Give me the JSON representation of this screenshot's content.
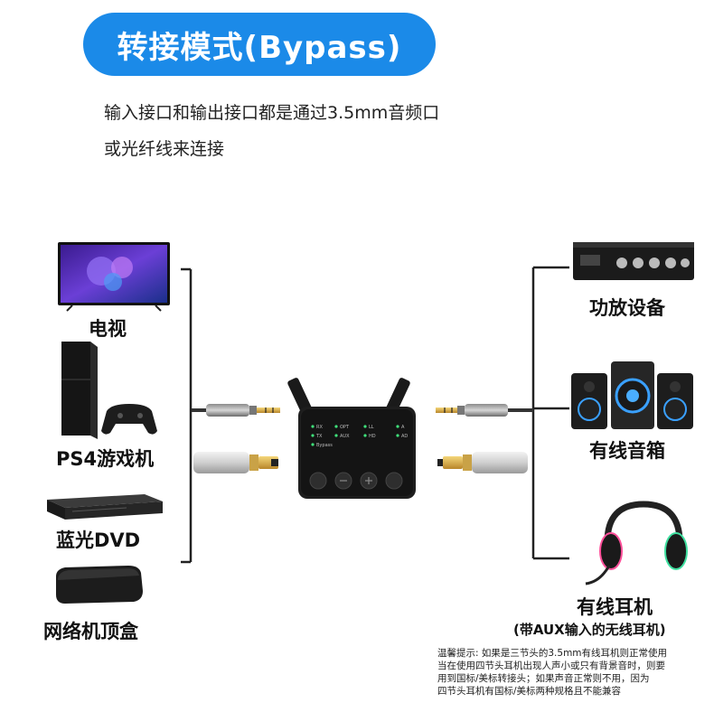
{
  "title": "转接模式(Bypass)",
  "description": [
    "输入接口和输出接口都是通过3.5mm音频口",
    "或光纤线来连接"
  ],
  "inputs": [
    {
      "label": "电视",
      "icon": "tv-icon"
    },
    {
      "label": "PS4游戏机",
      "icon": "ps4-console-icon"
    },
    {
      "label": "蓝光DVD",
      "icon": "bluray-player-icon"
    },
    {
      "label": "网络机顶盒",
      "icon": "set-top-box-icon"
    }
  ],
  "outputs": [
    {
      "label": "功放设备",
      "icon": "amplifier-icon"
    },
    {
      "label": "有线音箱",
      "icon": "speakers-icon"
    },
    {
      "label": "有线耳机",
      "sublabel": "(带AUX输入的无线耳机)",
      "icon": "headset-icon"
    }
  ],
  "device": {
    "indicators": [
      "RX",
      "TX",
      "Bypass",
      "OPT",
      "AUX",
      "LL",
      "HD",
      "A",
      "AD"
    ]
  },
  "note": [
    "温馨提示: 如果是三节头的3.5mm有线耳机则正常使用",
    "当在使用四节头耳机出现人声小或只有背景音时，则要",
    "用到国标/美标转接头；如果声音正常则不用，因为",
    "四节头耳机有国标/美标两种规格且不能兼容"
  ],
  "colors": {
    "accent": "#1b8ae8",
    "bracket": "#222222"
  }
}
